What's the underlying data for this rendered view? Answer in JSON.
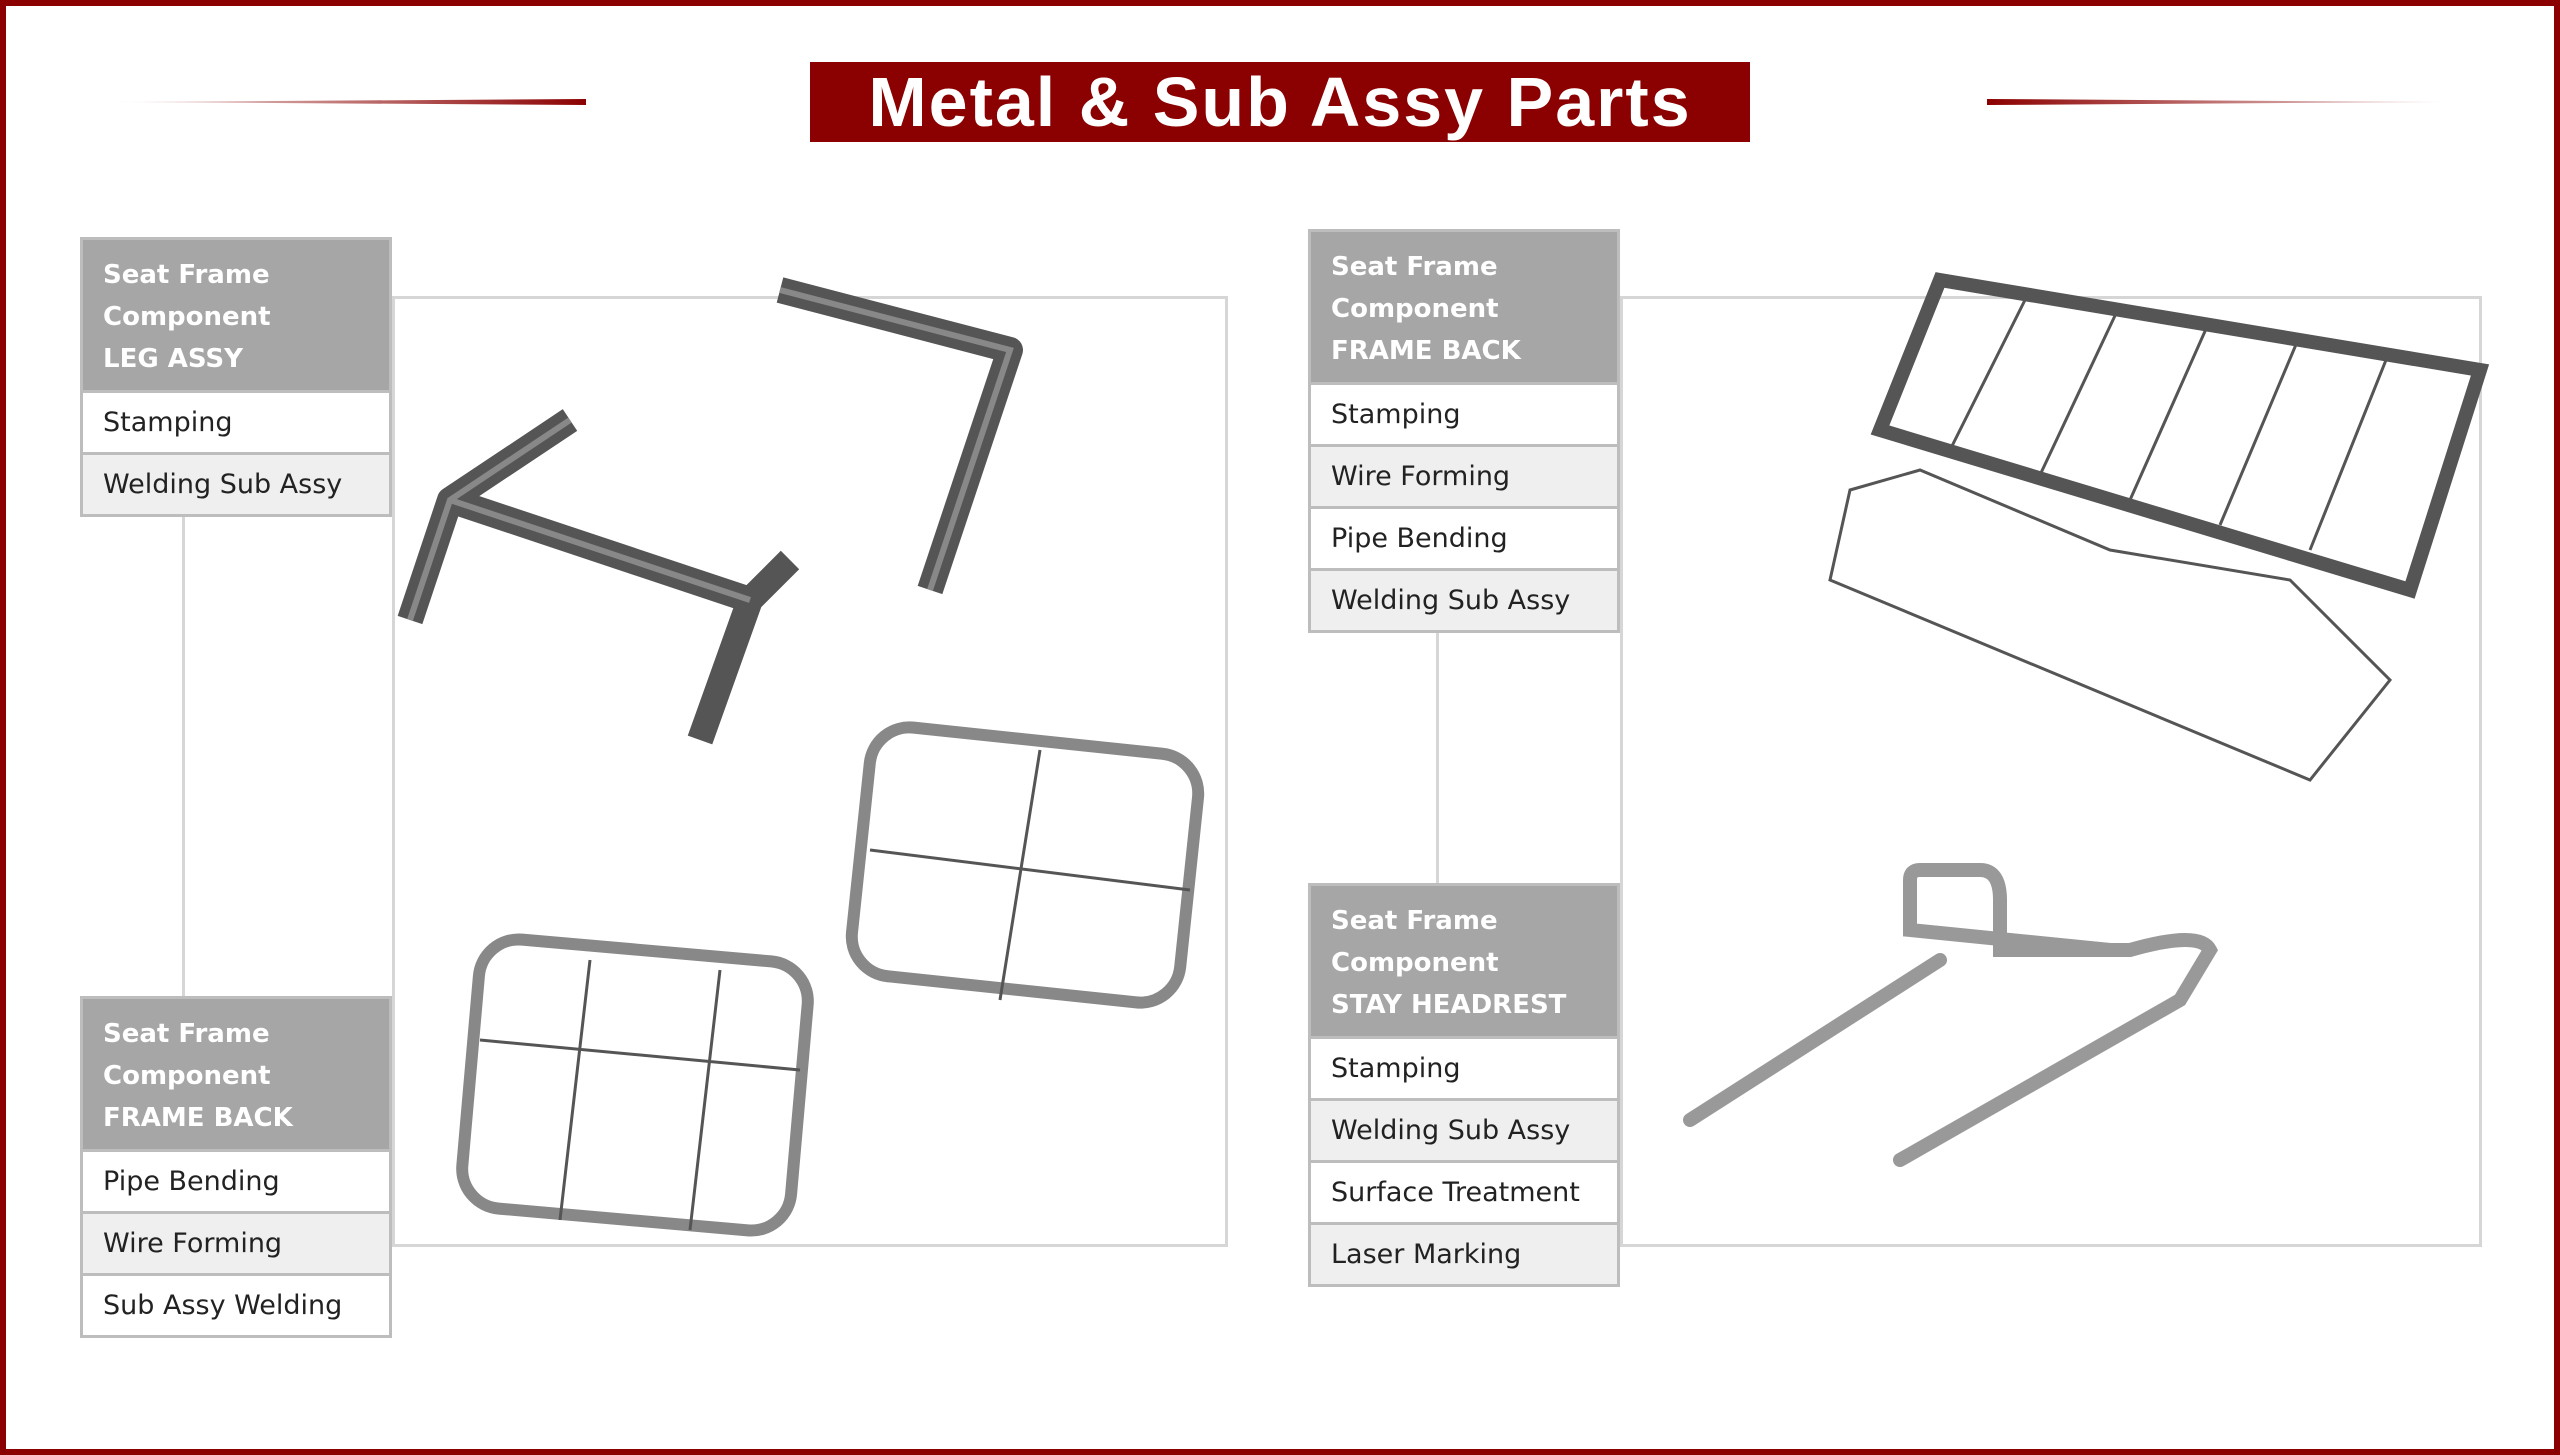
{
  "title": "Metal & Sub Assy Parts",
  "cards": [
    {
      "header": [
        "Seat Frame",
        "Component",
        "LEG ASSY"
      ],
      "rows": [
        "Stamping",
        "Welding Sub Assy"
      ]
    },
    {
      "header": [
        "Seat Frame",
        "Component",
        "FRAME BACK"
      ],
      "rows": [
        "Pipe Bending",
        "Wire Forming",
        "Sub Assy Welding"
      ]
    },
    {
      "header": [
        "Seat Frame",
        "Component",
        "FRAME BACK"
      ],
      "rows": [
        "Stamping",
        "Wire Forming",
        "Pipe Bending",
        "Welding Sub Assy"
      ]
    },
    {
      "header": [
        "Seat Frame",
        "Component",
        "STAY HEADREST"
      ],
      "rows": [
        "Stamping",
        "Welding Sub Assy",
        "Surface Treatment",
        "Laser Marking"
      ]
    }
  ]
}
